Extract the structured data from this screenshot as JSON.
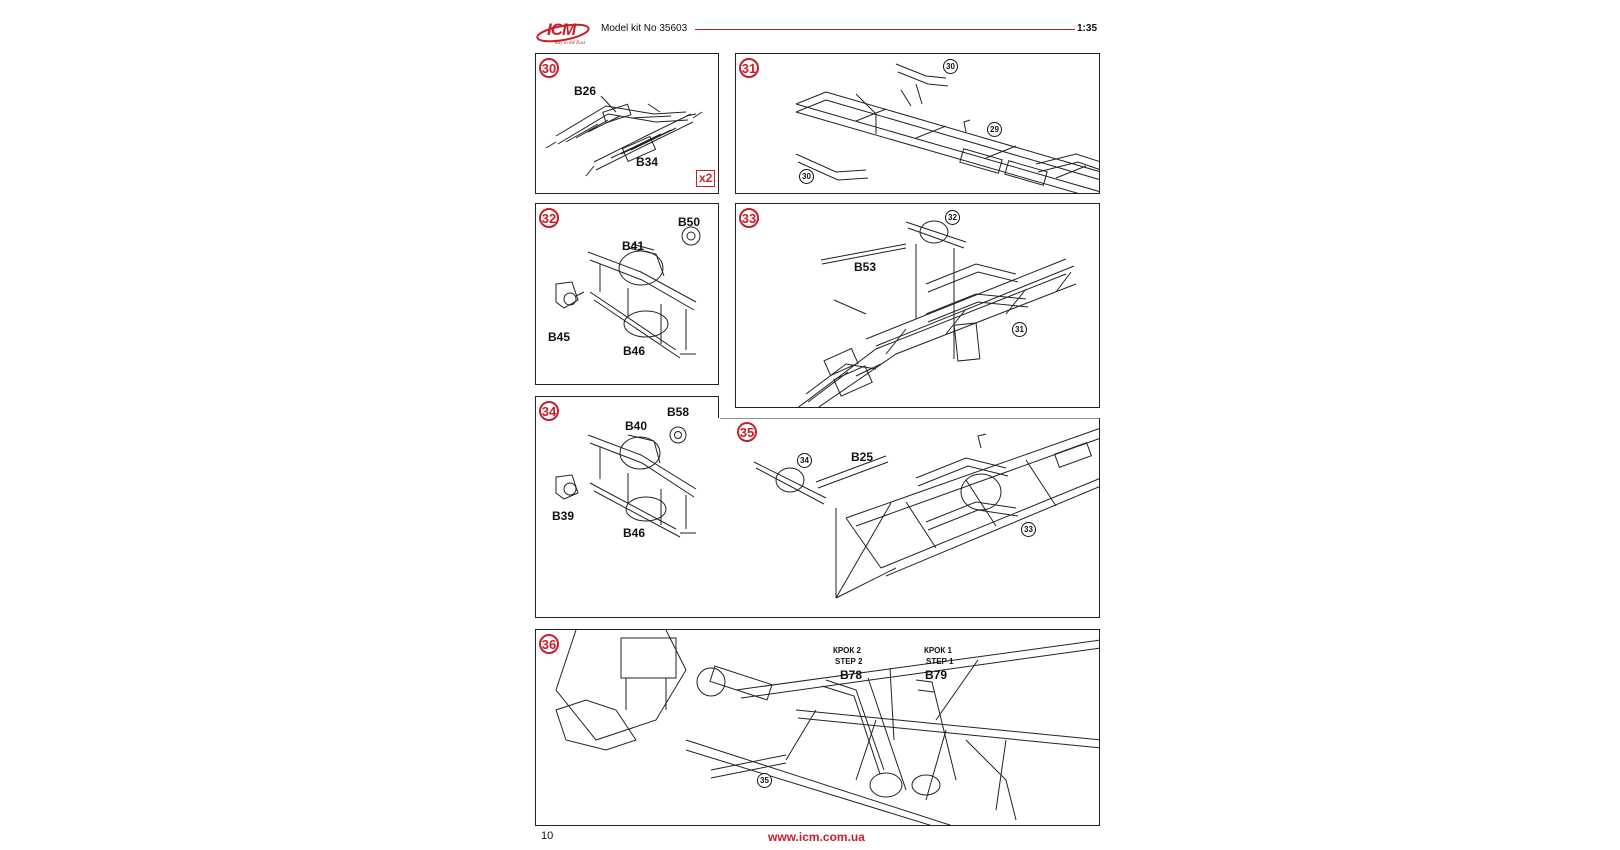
{
  "header": {
    "logo_text": "ICM",
    "logo_tagline": "Way in the Past",
    "kit_title": "Model kit No 35603",
    "scale": "1:35"
  },
  "footer": {
    "page_number": "10",
    "website": "www.icm.com.ua"
  },
  "steps": {
    "s30": {
      "number": "30",
      "parts": [
        "B26",
        "B34"
      ],
      "multiplier": "x2"
    },
    "s31": {
      "number": "31",
      "refs": [
        "30",
        "29",
        "30"
      ]
    },
    "s32": {
      "number": "32",
      "parts": [
        "B50",
        "B41",
        "B45",
        "B46"
      ]
    },
    "s33": {
      "number": "33",
      "parts": [
        "B53"
      ],
      "refs": [
        "32",
        "31"
      ]
    },
    "s34": {
      "number": "34",
      "parts": [
        "B58",
        "B40",
        "B39",
        "B46"
      ]
    },
    "s35": {
      "number": "35",
      "parts": [
        "B25"
      ],
      "refs": [
        "34",
        "33"
      ]
    },
    "s36": {
      "number": "36",
      "step2_ua": "КРОК 2",
      "step2_en": "STEP 2",
      "step2_part": "B78",
      "step1_ua": "КРОК 1",
      "step1_en": "STEP 1",
      "step1_part": "B79",
      "refs": [
        "35"
      ]
    }
  },
  "colors": {
    "accent_red": "#c8202b",
    "line": "#222222"
  }
}
